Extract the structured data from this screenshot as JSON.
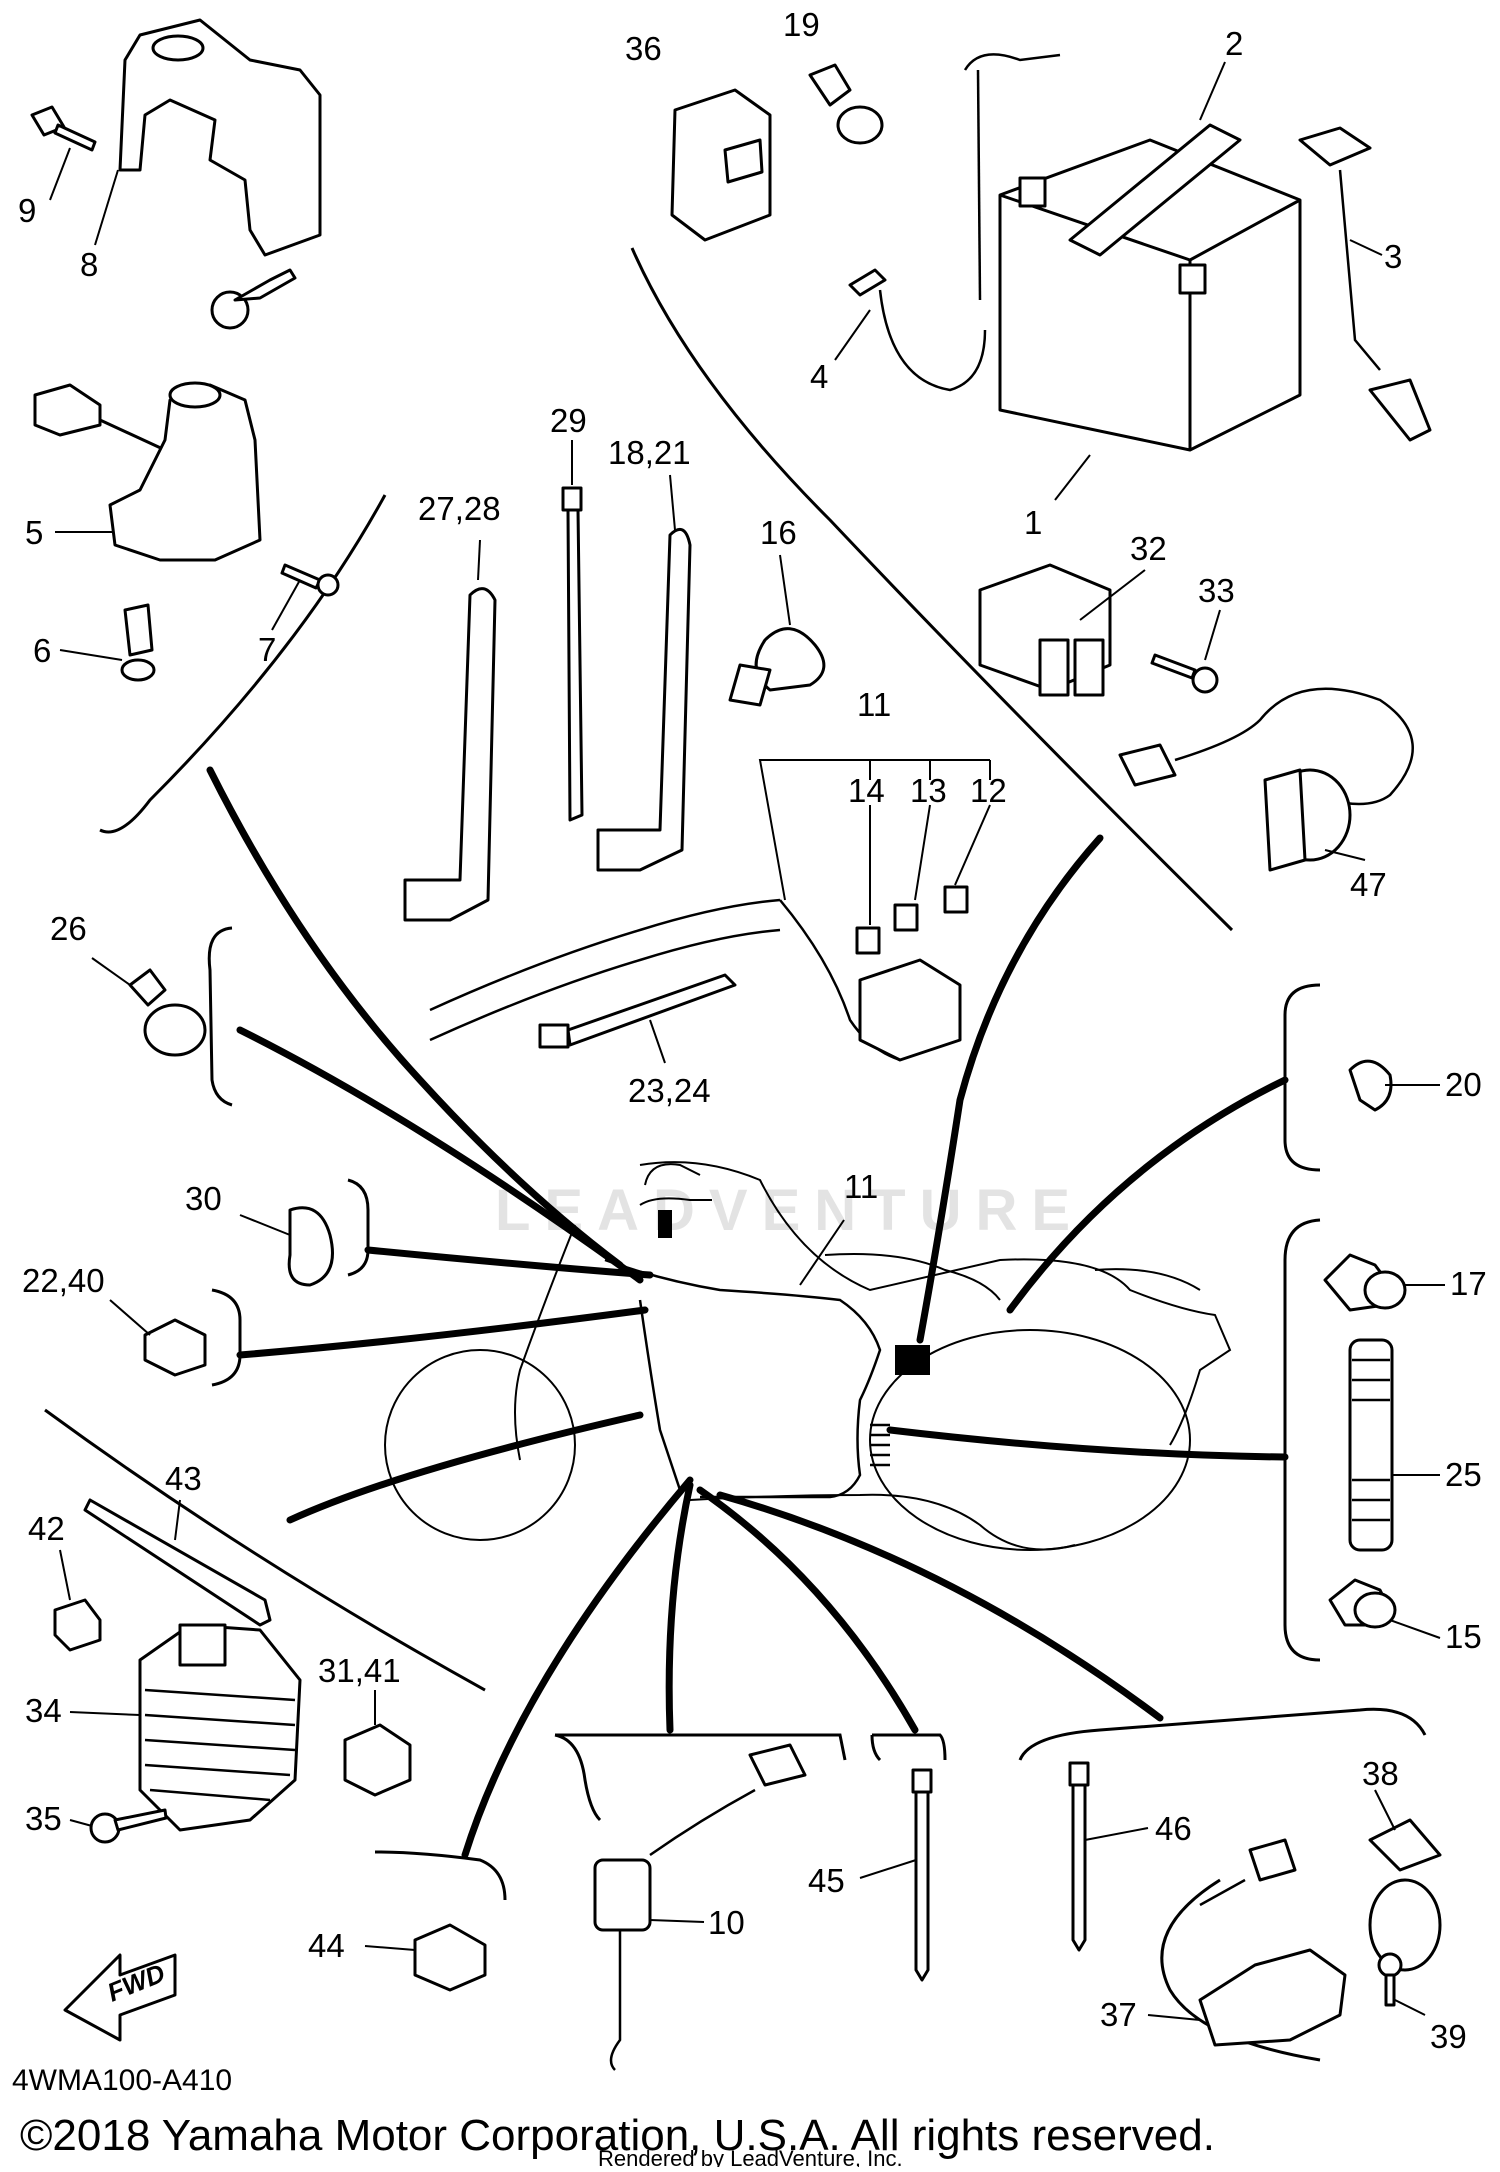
{
  "diagram": {
    "diagram_code": "4WMA100-A410",
    "copyright": "©2018 Yamaha Motor Corporation, U.S.A. All rights reserved.",
    "rendered_by": "Rendered by LeadVenture, Inc.",
    "watermark": "LEADVENTURE",
    "fwd_label": "FWD",
    "callouts": {
      "c1": "1",
      "c2": "2",
      "c3": "3",
      "c4": "4",
      "c5": "5",
      "c6": "6",
      "c7": "7",
      "c8": "8",
      "c9": "9",
      "c10": "10",
      "c11a": "11",
      "c11b": "11",
      "c12": "12",
      "c13": "13",
      "c14": "14",
      "c15": "15",
      "c16": "16",
      "c17": "17",
      "c1821": "18,21",
      "c19": "19",
      "c20": "20",
      "c2240": "22,40",
      "c2324": "23,24",
      "c25": "25",
      "c26": "26",
      "c2728": "27,28",
      "c29": "29",
      "c30": "30",
      "c3141": "31,41",
      "c32": "32",
      "c33": "33",
      "c34": "34",
      "c35": "35",
      "c36": "36",
      "c37": "37",
      "c38": "38",
      "c39": "39",
      "c43": "43",
      "c42": "42",
      "c44": "44",
      "c45": "45",
      "c46": "46",
      "c47": "47"
    }
  }
}
